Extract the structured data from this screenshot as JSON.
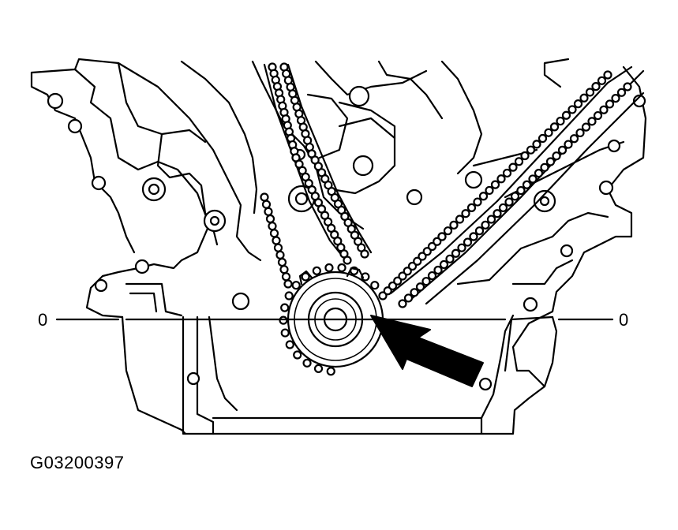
{
  "figure": {
    "reference_line_left_label": "0",
    "reference_line_right_label": "0",
    "figure_id": "G03200397"
  },
  "colors": {
    "line": "#000000",
    "background": "#ffffff"
  },
  "icons": {
    "pointer": "arrow-icon"
  }
}
